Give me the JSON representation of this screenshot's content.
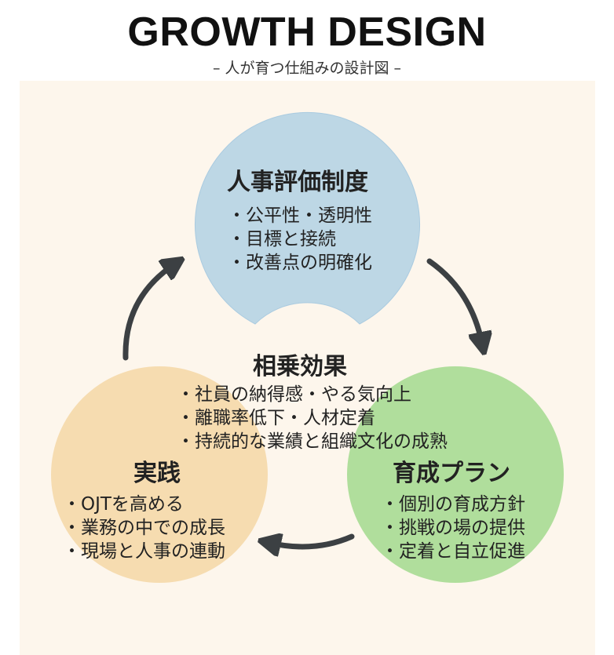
{
  "header": {
    "title": "GROWTH DESIGN",
    "subtitle": "– 人が育つ仕組みの設計図 –"
  },
  "colors": {
    "evaluation_circle": "#bdd7e5",
    "practice_circle": "#f6dcb0",
    "plan_circle": "#b0de9c",
    "arrow": "#3c4043",
    "panel": "#fdf6ec"
  },
  "nodes": {
    "evaluation": {
      "heading": "人事評価制度",
      "items": [
        "・公平性・透明性",
        "・目標と接続",
        "・改善点の明確化"
      ]
    },
    "practice": {
      "heading": "実践",
      "items": [
        "・OJTを高める",
        "・業務の中での成長",
        "・現場と人事の連動"
      ]
    },
    "plan": {
      "heading": "育成プラン",
      "items": [
        "・個別の育成方針",
        "・挑戦の場の提供",
        "・定着と自立促進"
      ]
    }
  },
  "synergy": {
    "heading": "相乗効果",
    "items": [
      "・社員の納得感・やる気向上",
      "・離職率低下・人材定着",
      "・持続的な業績と組織文化の成熟"
    ]
  },
  "arrows": [
    {
      "name": "evaluation-to-plan",
      "from": "人事評価制度",
      "to": "育成プラン",
      "icon": "curved-arrow-icon"
    },
    {
      "name": "plan-to-practice",
      "from": "育成プラン",
      "to": "実践",
      "icon": "curved-arrow-icon"
    },
    {
      "name": "practice-to-evaluation",
      "from": "実践",
      "to": "人事評価制度",
      "icon": "curved-arrow-icon"
    }
  ]
}
